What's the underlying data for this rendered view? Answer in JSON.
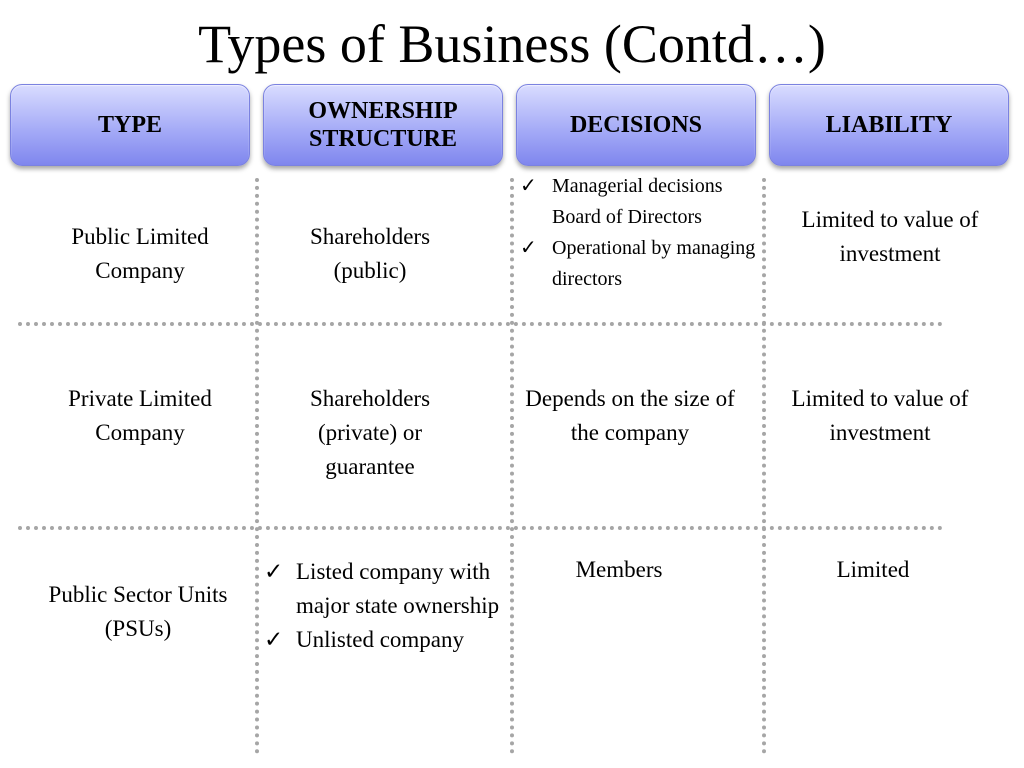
{
  "title": "Types of Business (Contd…)",
  "headers": [
    "TYPE",
    "OWNERSHIP STRUCTURE",
    "DECISIONS",
    "LIABILITY"
  ],
  "check_glyph": "✓",
  "rows": [
    {
      "type": "Public Limited Company",
      "ownership": "Shareholders (public)",
      "decisions_bullets": [
        "Managerial decisions Board of Directors",
        "Operational by managing directors"
      ],
      "liability": "Limited to value of investment"
    },
    {
      "type": "Private Limited Company",
      "ownership": "Shareholders (private) or guarantee",
      "decisions": "Depends on the size of the company",
      "liability": "Limited to value of investment"
    },
    {
      "type": "Public Sector Units (PSUs)",
      "ownership_bullets": [
        "Listed company with major state ownership",
        "Unlisted company"
      ],
      "decisions": "Members",
      "liability": "Limited"
    }
  ]
}
